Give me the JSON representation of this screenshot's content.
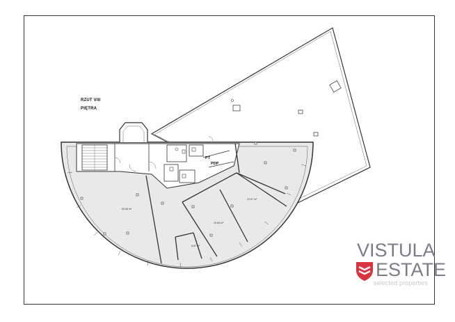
{
  "plan": {
    "title_line1": "RZUT VIII",
    "title_line2": "PIĘTRA",
    "tag_pt": "PT",
    "tag_pdp": "PDP",
    "rooms": [
      {
        "label": "53.96 m²"
      },
      {
        "label": "23.67 m²"
      },
      {
        "label": "19.69 m²"
      },
      {
        "label": "8.87 m²"
      }
    ]
  },
  "logo": {
    "line1": "VISTULA",
    "line2": "ESTATE",
    "tagline": "selected properties",
    "color_text": "#7a7d83",
    "color_shield": "#d9333f",
    "color_tagline": "#c8c8cc"
  }
}
